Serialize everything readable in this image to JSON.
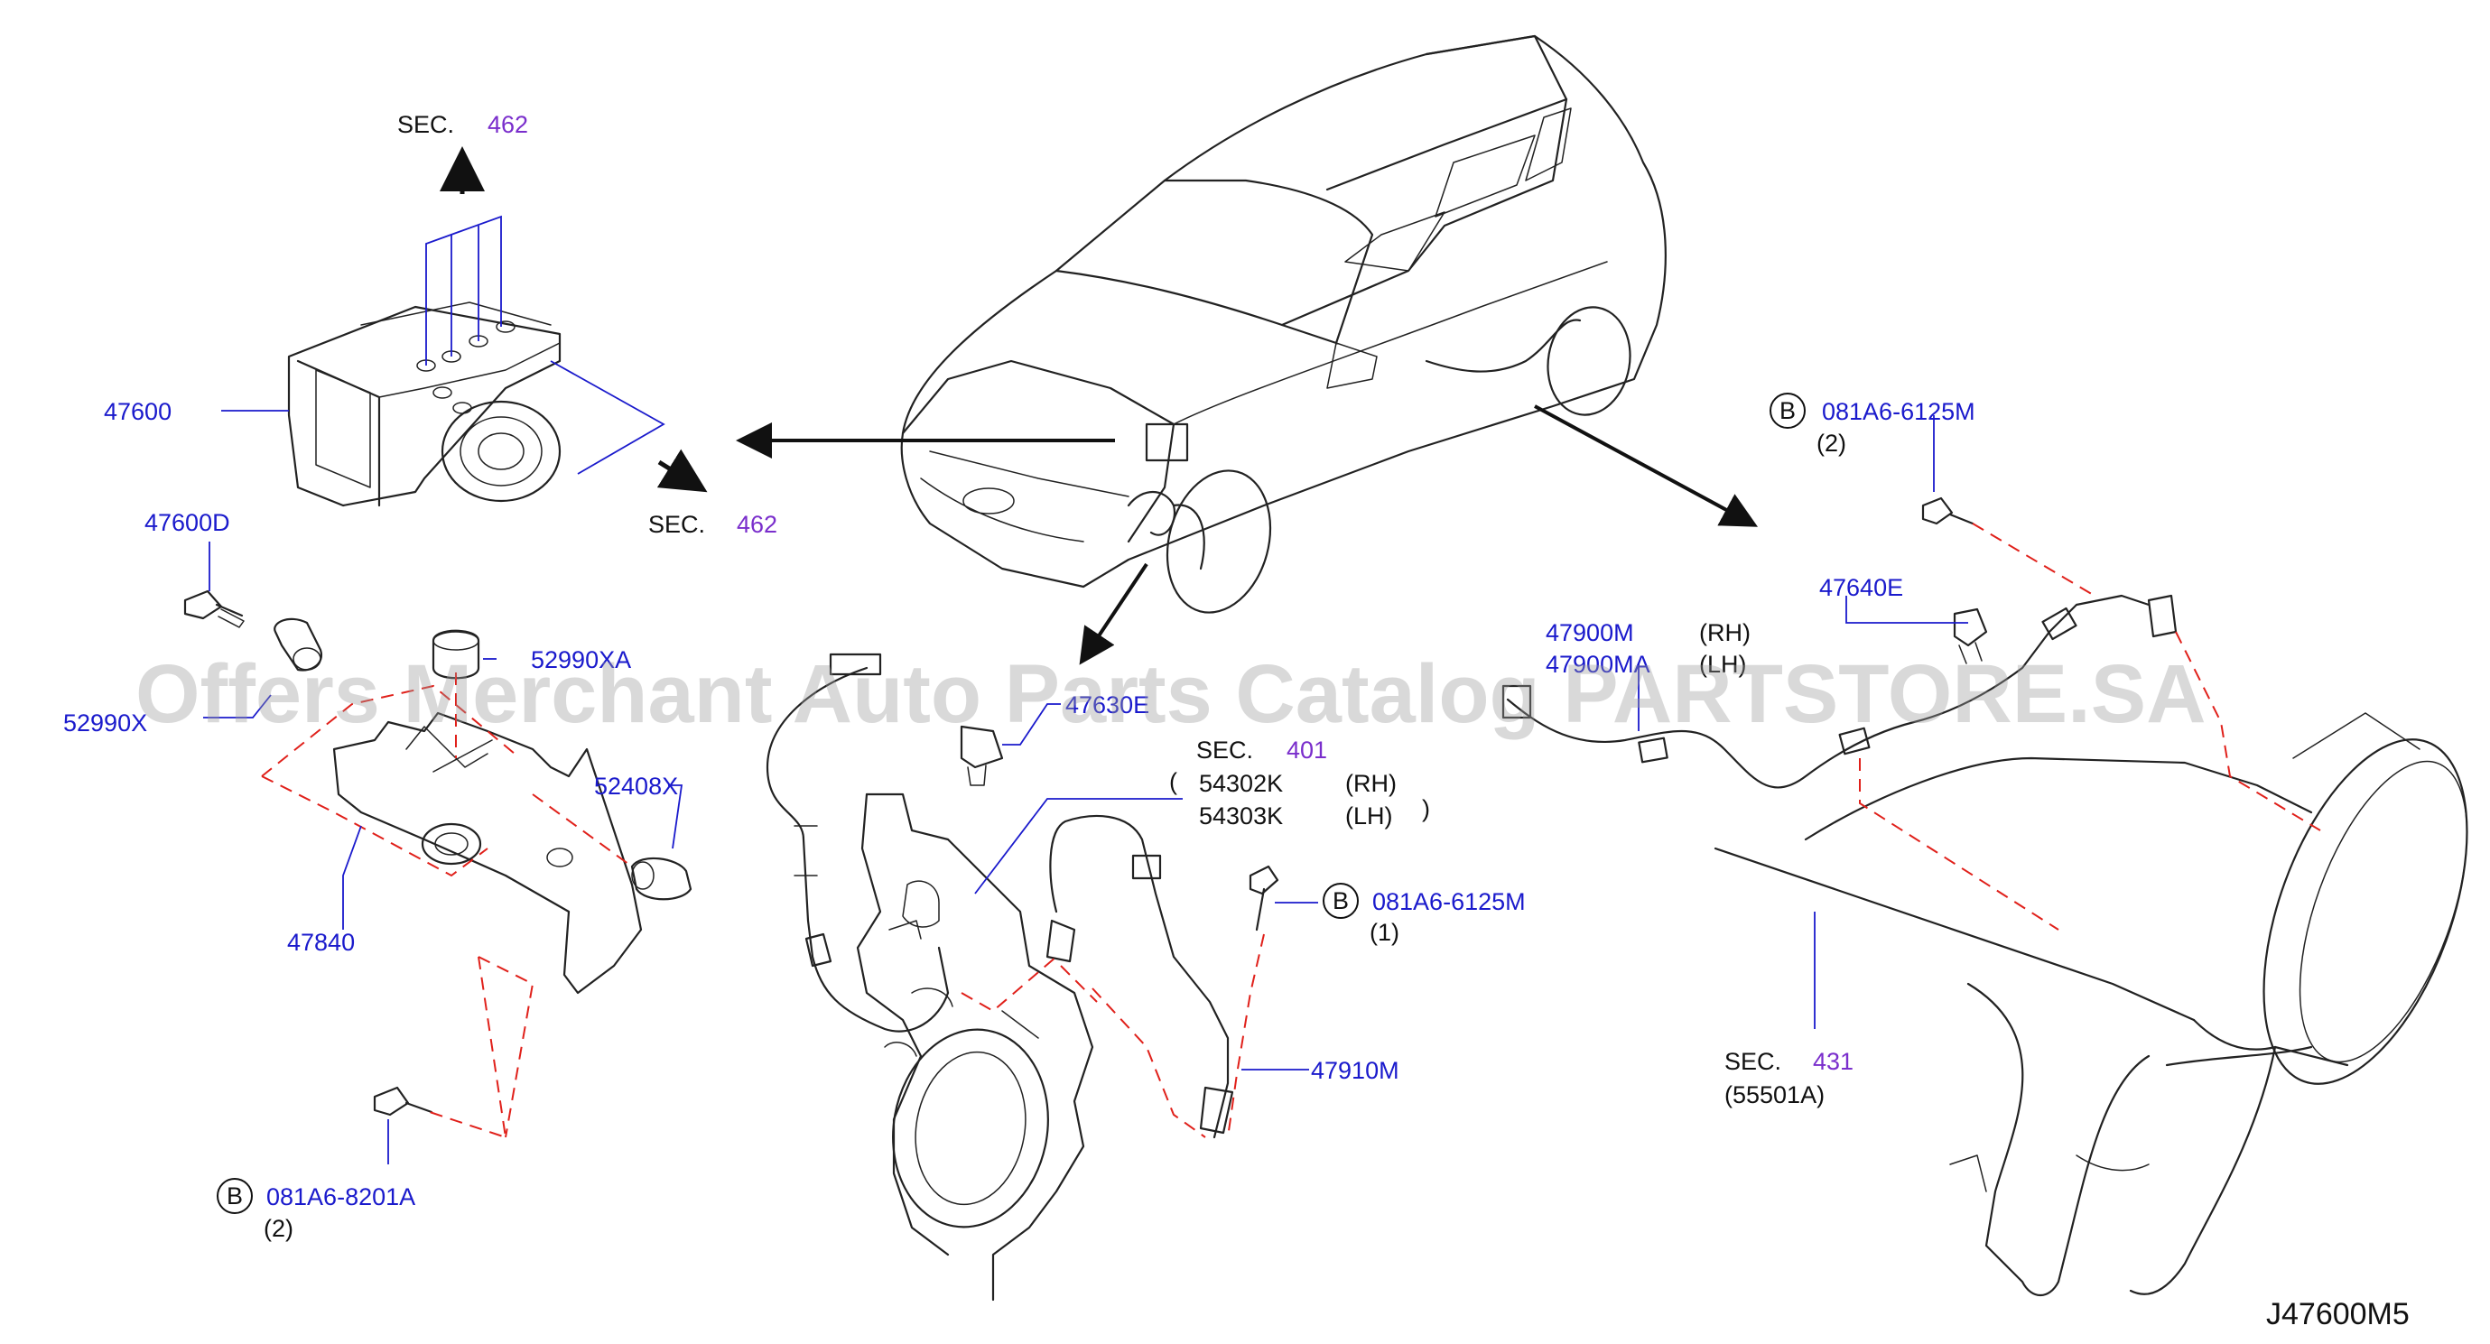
{
  "diagram_id": "J47600M5",
  "watermark": "Offers Merchant Auto Parts Catalog PARTSTORE.SA",
  "colors": {
    "part_number": "#1a1acc",
    "section_number": "#7a2ecc",
    "text": "#111111",
    "dashed_line": "#e0201a",
    "leader_line": "#1a1acc"
  },
  "callouts": {
    "sec462_top": {
      "prefix": "SEC.",
      "number": "462"
    },
    "sec462_right": {
      "prefix": "SEC.",
      "number": "462"
    },
    "sec401": {
      "prefix": "SEC.",
      "number": "401",
      "items": [
        {
          "part": "54302K",
          "side": "(RH)"
        },
        {
          "part": "54303K",
          "side": "(LH)"
        }
      ]
    },
    "sec431": {
      "prefix": "SEC.",
      "number": "431",
      "sub": "(55501A)"
    },
    "p47600": "47600",
    "p47600D": "47600D",
    "p52990X": "52990X",
    "p52990XA": "52990XA",
    "p52408X": "52408X",
    "p47840": "47840",
    "p47630E": "47630E",
    "p47910M": "47910M",
    "p47900M": {
      "part": "47900M",
      "side": "(RH)"
    },
    "p47900MA": {
      "part": "47900MA",
      "side": "(LH)"
    },
    "p47640E": "47640E",
    "bolt_bottom": {
      "marker": "B",
      "part": "081A6-8201A",
      "qty": "(2)"
    },
    "bolt_center": {
      "marker": "B",
      "part": "081A6-6125M",
      "qty": "(1)"
    },
    "bolt_right": {
      "marker": "B",
      "part": "081A6-6125M",
      "qty": "(2)"
    }
  }
}
